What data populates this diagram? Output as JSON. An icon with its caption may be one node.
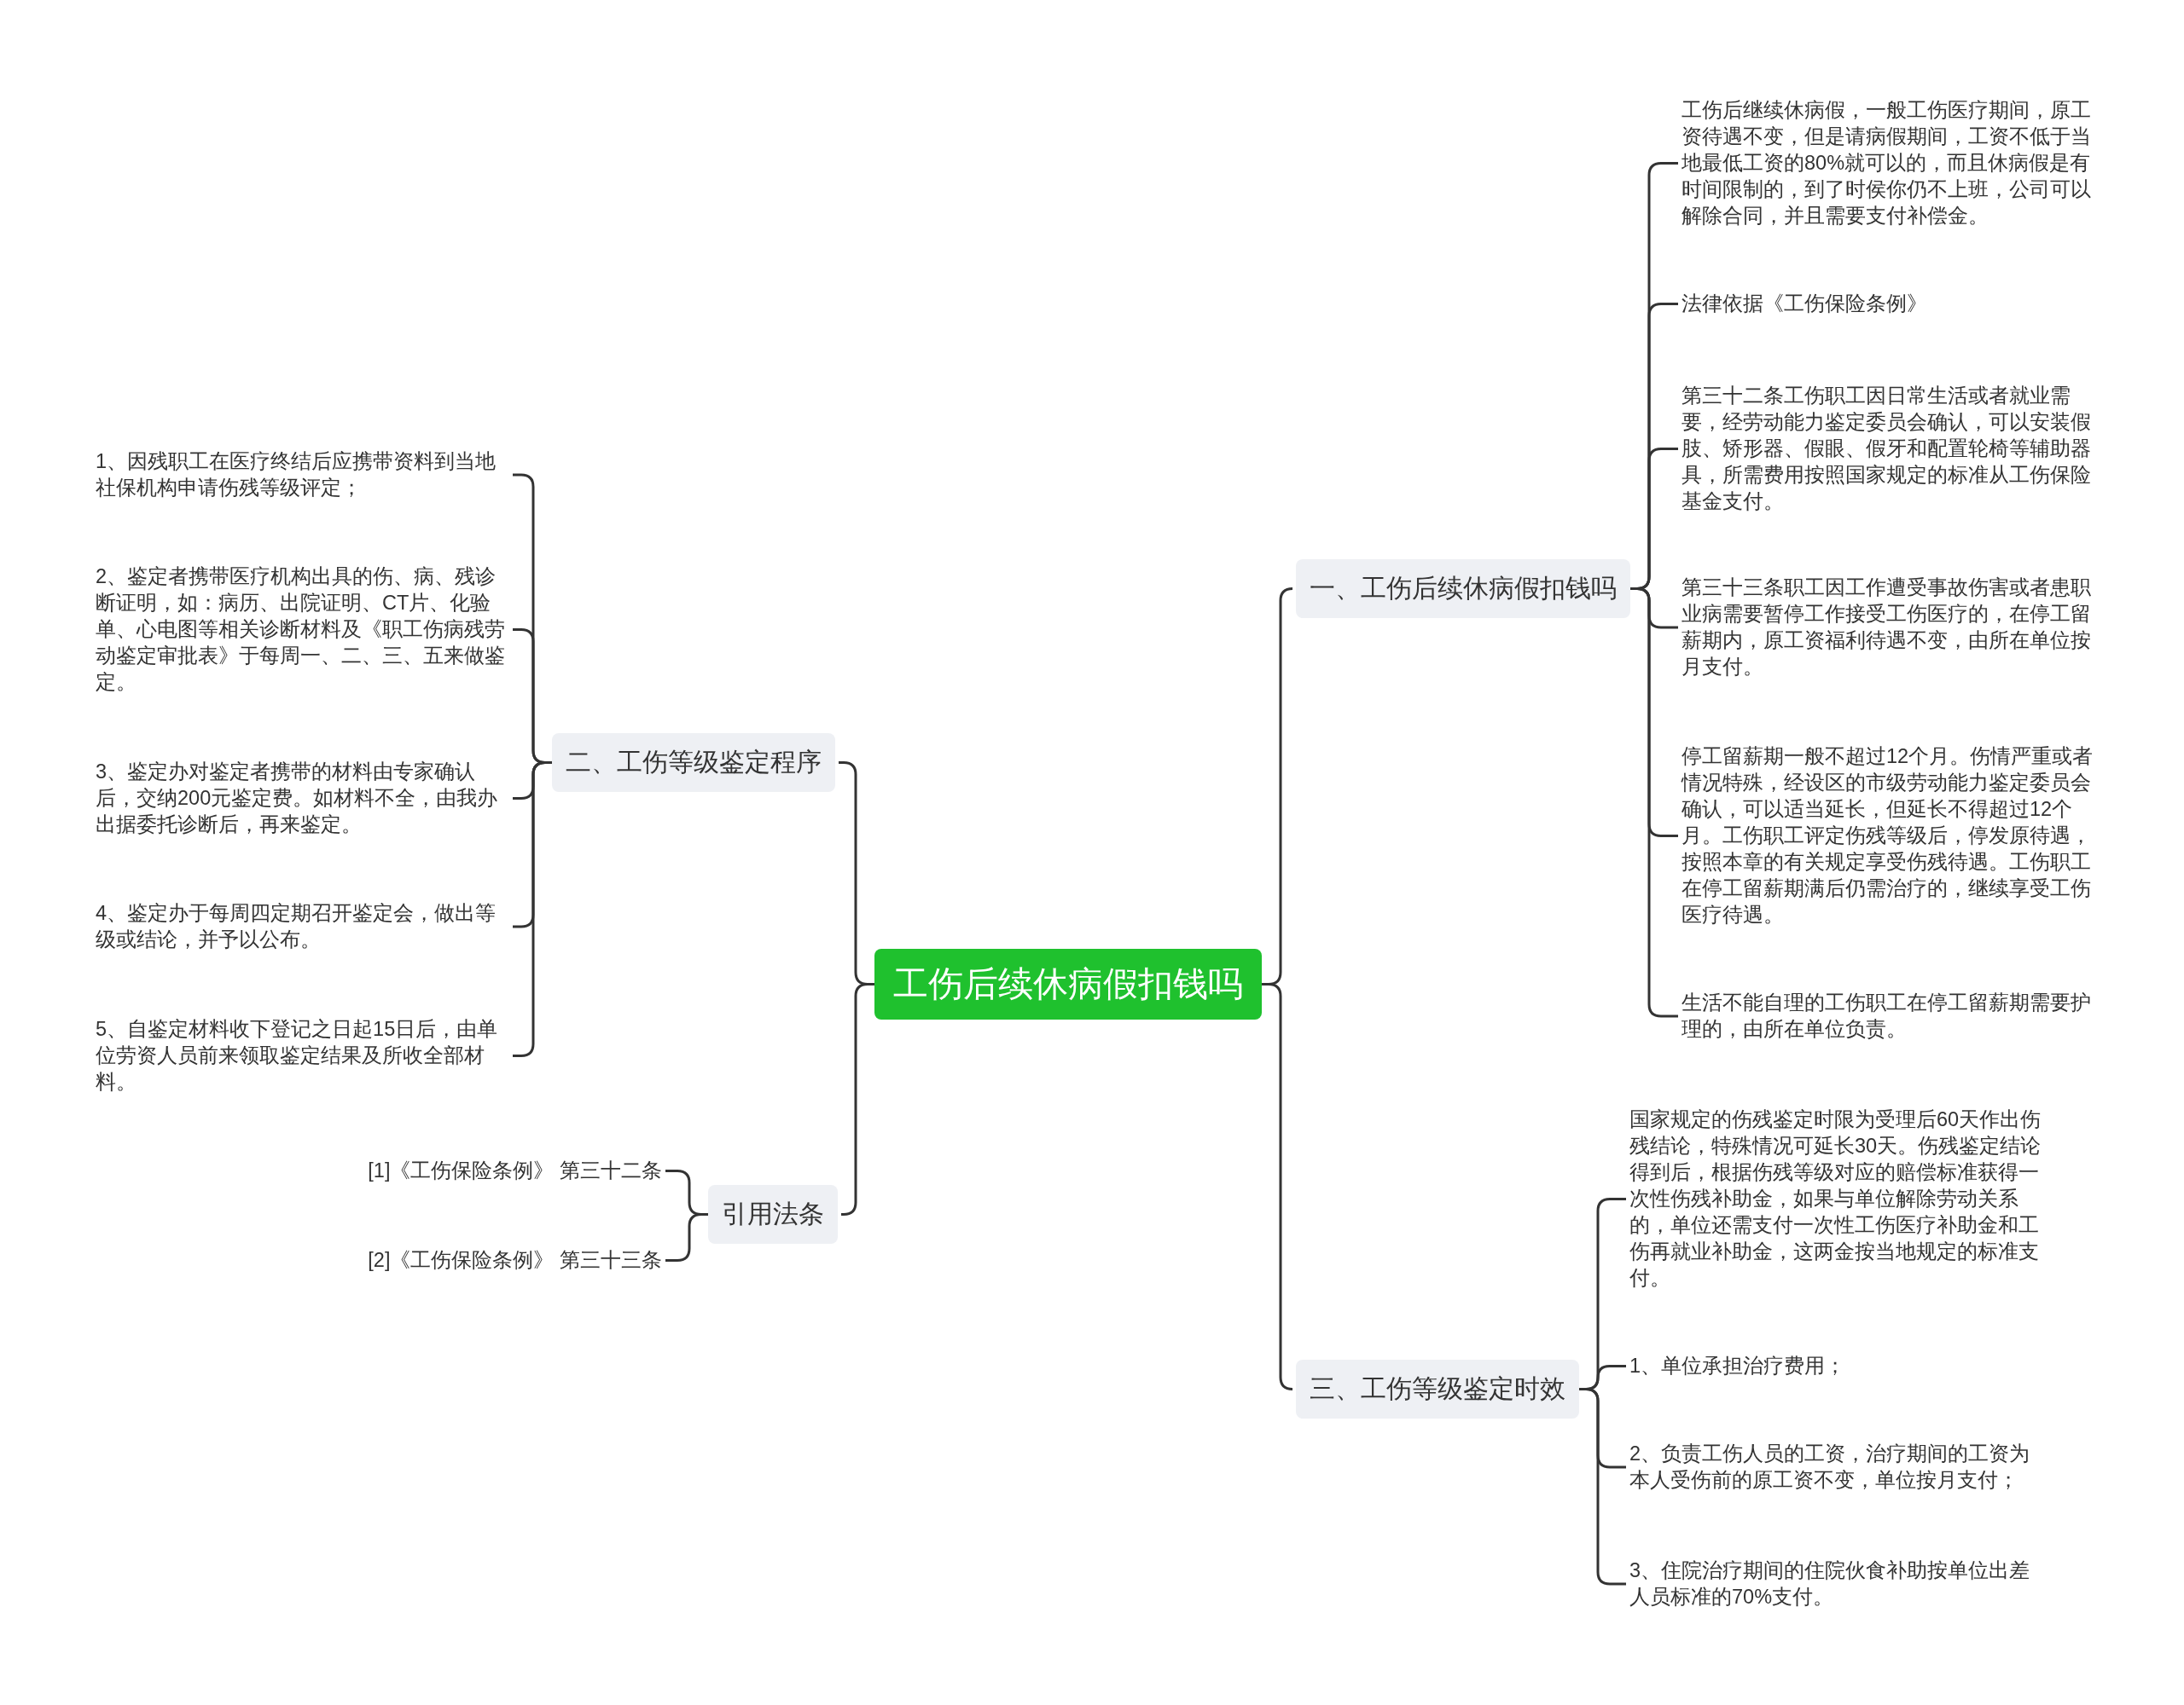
{
  "diagram": {
    "nodes": [
      {
        "text": [
          "工伤后续休病假扣钱吗"
        ]
      },
      {
        "text": [
          "一、工伤后续休病假扣钱吗"
        ]
      },
      {
        "text": [
          "二、工伤等级鉴定程序"
        ]
      },
      {
        "text": [
          "引用法条"
        ]
      },
      {
        "text": [
          "三、工伤等级鉴定时效"
        ]
      },
      {
        "text": [
          "工伤后继续休病假，一般工伤医疗期间，原工资待遇不变，但是请病假期间，工资不低于当地最低工资的80%就可以的，而且休病假是有时间限制的，到了时侯你仍不上班，公司可以解除合同，并且需要支付补偿金。"
        ]
      },
      {
        "text": [
          "法律依据《工伤保险条例》"
        ]
      },
      {
        "text": [
          "第三十二条工伤职工因日常生活或者就业需要，经劳动能力鉴定委员会确认，可以安装假肢、矫形器、假眼、假牙和配置轮椅等辅助器具，所需费用按照国家规定的标准从工伤保险基金支付。"
        ]
      },
      {
        "text": [
          "第三十三条职工因工作遭受事故伤害或者患职业病需要暂停工作接受工伤医疗的，在停工留薪期内，原工资福利待遇不变，由所在单位按月支付。"
        ]
      },
      {
        "text": [
          "停工留薪期一般不超过12个月。伤情严重或者情况特殊，经设区的市级劳动能力鉴定委员会确认，可以适当延长，但延长不得超过12个月。工伤职工评定伤残等级后，停发原待遇，按照本章的有关规定享受伤残待遇。工伤职工在停工留薪期满后仍需治疗的，继续享受工伤医疗待遇。"
        ]
      },
      {
        "text": [
          "生活不能自理的工伤职工在停工留薪期需要护理的，由所在单位负责。"
        ]
      },
      {
        "text": [
          "1、因残职工在医疗终结后应携带资料到当地社保机构申请伤残等级评定；"
        ]
      },
      {
        "text": [
          "2、鉴定者携带医疗机构出具的伤、病、残诊断证明，如：病历、出院证明、CT片、化验单、心电图等相关诊断材料及《职工伤病残劳动鉴定审批表》于每周一、二、三、五来做鉴定。"
        ]
      },
      {
        "text": [
          "3、鉴定办对鉴定者携带的材料由专家确认后，交纳200元鉴定费。如材料不全，由我办出据委托诊断后，再来鉴定。"
        ]
      },
      {
        "text": [
          "4、鉴定办于每周四定期召开鉴定会，做出等级或结论，并予以公布。"
        ]
      },
      {
        "text": [
          "5、自鉴定材料收下登记之日起15日后，由单位劳资人员前来领取鉴定结果及所收全部材料。"
        ]
      },
      {
        "text": [
          "[1]《工伤保险条例》 第三十二条"
        ]
      },
      {
        "text": [
          "[2]《工伤保险条例》 第三十三条"
        ]
      },
      {
        "text": [
          "国家规定的伤残鉴定时限为受理后60天作出伤残结论，特殊情况可延长30天。伤残鉴定结论得到后，根据伤残等级对应的赔偿标准获得一次性伤残补助金，如果与单位解除劳动关系的，单位还需支付一次性工伤医疗补助金和工伤再就业补助金，这两金按当地规定的标准支付。"
        ]
      },
      {
        "text": [
          "1、单位承担治疗费用；"
        ]
      },
      {
        "text": [
          "2、负责工伤人员的工资，治疗期间的工资为本人受伤前的原工资不变，单位按月支付；"
        ]
      },
      {
        "text": [
          "3、住院治疗期间的住院伙食补助按单位出差人员标准的70%支付。"
        ]
      }
    ],
    "edges": [
      {
        "from": 0,
        "to": 1,
        "arrow": "none"
      },
      {
        "from": 0,
        "to": 2,
        "arrow": "none"
      },
      {
        "from": 0,
        "to": 3,
        "arrow": "none"
      },
      {
        "from": 0,
        "to": 4,
        "arrow": "none"
      },
      {
        "from": 1,
        "to": 5,
        "arrow": "none"
      },
      {
        "from": 1,
        "to": 6,
        "arrow": "none"
      },
      {
        "from": 1,
        "to": 7,
        "arrow": "none"
      },
      {
        "from": 1,
        "to": 8,
        "arrow": "none"
      },
      {
        "from": 1,
        "to": 9,
        "arrow": "none"
      },
      {
        "from": 1,
        "to": 10,
        "arrow": "none"
      },
      {
        "from": 2,
        "to": 11,
        "arrow": "none"
      },
      {
        "from": 2,
        "to": 12,
        "arrow": "none"
      },
      {
        "from": 2,
        "to": 13,
        "arrow": "none"
      },
      {
        "from": 2,
        "to": 14,
        "arrow": "none"
      },
      {
        "from": 2,
        "to": 15,
        "arrow": "none"
      },
      {
        "from": 3,
        "to": 16,
        "arrow": "none"
      },
      {
        "from": 3,
        "to": 17,
        "arrow": "none"
      },
      {
        "from": 4,
        "to": 18,
        "arrow": "none"
      },
      {
        "from": 4,
        "to": 19,
        "arrow": "none"
      },
      {
        "from": 4,
        "to": 20,
        "arrow": "none"
      },
      {
        "from": 4,
        "to": 21,
        "arrow": "none"
      }
    ]
  }
}
